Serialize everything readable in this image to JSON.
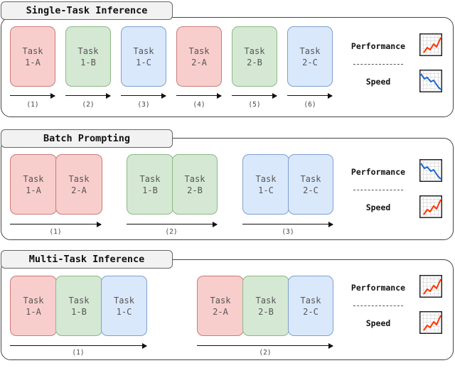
{
  "panels": [
    {
      "title": "Single-Task Inference",
      "tasks": [
        {
          "line1": "Task",
          "line2": "1-A",
          "color": "red"
        },
        {
          "line1": "Task",
          "line2": "1-B",
          "color": "green"
        },
        {
          "line1": "Task",
          "line2": "1-C",
          "color": "blue"
        },
        {
          "line1": "Task",
          "line2": "2-A",
          "color": "red"
        },
        {
          "line1": "Task",
          "line2": "2-B",
          "color": "green"
        },
        {
          "line1": "Task",
          "line2": "2-C",
          "color": "blue"
        }
      ],
      "steps": [
        "(1)",
        "(2)",
        "(3)",
        "(4)",
        "(5)",
        "(6)"
      ],
      "metrics": [
        {
          "label": "Performance",
          "trend": "up"
        },
        {
          "label": "Speed",
          "trend": "down"
        }
      ]
    },
    {
      "title": "Batch Prompting",
      "tasks": [
        {
          "line1": "Task",
          "line2": "1-A",
          "color": "red"
        },
        {
          "line1": "Task",
          "line2": "2-A",
          "color": "red"
        },
        {
          "line1": "Task",
          "line2": "1-B",
          "color": "green"
        },
        {
          "line1": "Task",
          "line2": "2-B",
          "color": "green"
        },
        {
          "line1": "Task",
          "line2": "1-C",
          "color": "blue"
        },
        {
          "line1": "Task",
          "line2": "2-C",
          "color": "blue"
        }
      ],
      "steps": [
        "(1)",
        "(2)",
        "(3)"
      ],
      "metrics": [
        {
          "label": "Performance",
          "trend": "down"
        },
        {
          "label": "Speed",
          "trend": "up"
        }
      ]
    },
    {
      "title": "Multi-Task Inference",
      "tasks": [
        {
          "line1": "Task",
          "line2": "1-A",
          "color": "red"
        },
        {
          "line1": "Task",
          "line2": "1-B",
          "color": "green"
        },
        {
          "line1": "Task",
          "line2": "1-C",
          "color": "blue"
        },
        {
          "line1": "Task",
          "line2": "2-A",
          "color": "red"
        },
        {
          "line1": "Task",
          "line2": "2-B",
          "color": "green"
        },
        {
          "line1": "Task",
          "line2": "2-C",
          "color": "blue"
        }
      ],
      "steps": [
        "(1)",
        "(2)"
      ],
      "metrics": [
        {
          "label": "Performance",
          "trend": "up"
        },
        {
          "label": "Speed",
          "trend": "up"
        }
      ]
    }
  ],
  "colors": {
    "red": "#f8cecc",
    "green": "#d5e8d4",
    "blue": "#dae8fc",
    "trend_up": "#ff3300",
    "trend_down": "#1a66cc"
  },
  "icons": {
    "up": "trend-up-chart-icon",
    "down": "trend-down-chart-icon"
  }
}
